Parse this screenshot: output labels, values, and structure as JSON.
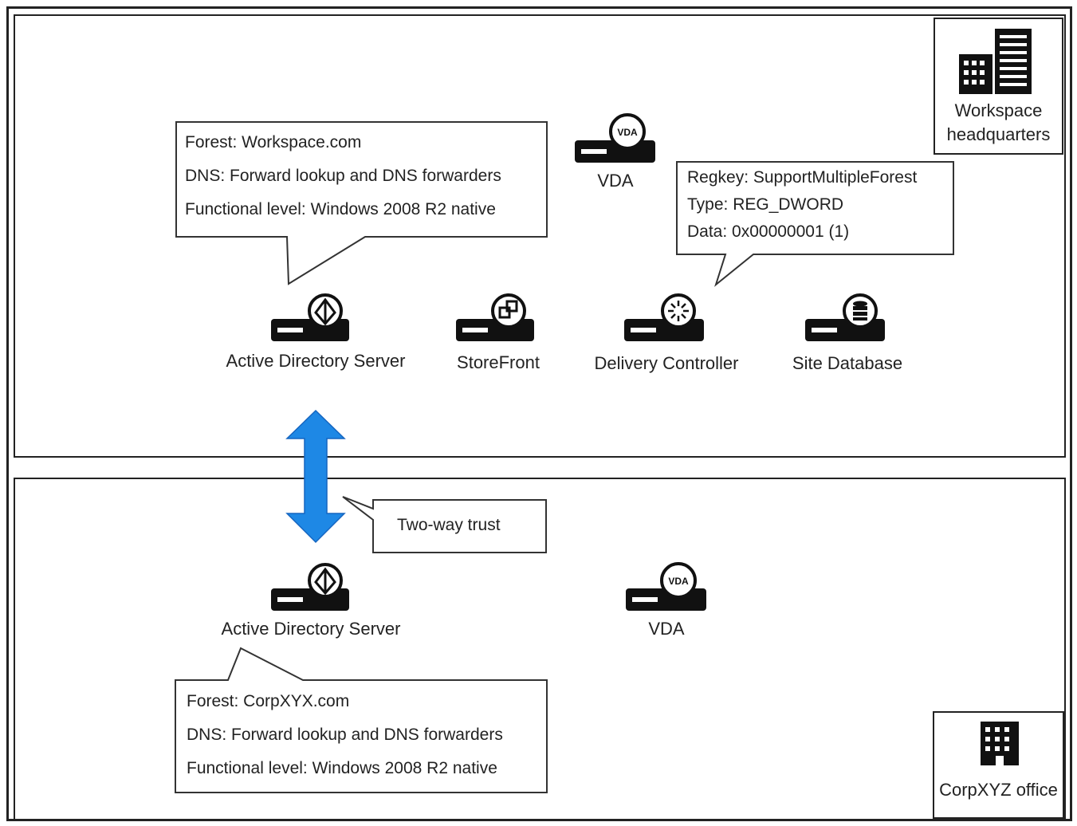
{
  "top_site": {
    "name_line1": "Workspace",
    "name_line2": "headquarters",
    "ad_server_label": "Active Directory Server",
    "storefront_label": "StoreFront",
    "delivery_controller_label": "Delivery Controller",
    "site_database_label": "Site Database",
    "vda_label": "VDA",
    "vda_badge": "VDA",
    "ad_callout": {
      "line1": "Forest: Workspace.com",
      "line2": "DNS: Forward lookup and DNS forwarders",
      "line3": "Functional level: Windows 2008 R2 native"
    },
    "regkey_callout": {
      "line1": "Regkey: SupportMultipleForest",
      "line2": "Type: REG_DWORD",
      "line3": "Data: 0x00000001 (1)"
    }
  },
  "trust": {
    "label": "Two-way trust",
    "arrow_color": "#1e88e5"
  },
  "bottom_site": {
    "name": "CorpXYZ office",
    "ad_server_label": "Active Directory Server",
    "vda_label": "VDA",
    "vda_badge": "VDA",
    "ad_callout": {
      "line1": "Forest: CorpXYX.com",
      "line2": "DNS: Forward lookup and DNS forwarders",
      "line3": "Functional level: Windows 2008 R2 native"
    }
  }
}
